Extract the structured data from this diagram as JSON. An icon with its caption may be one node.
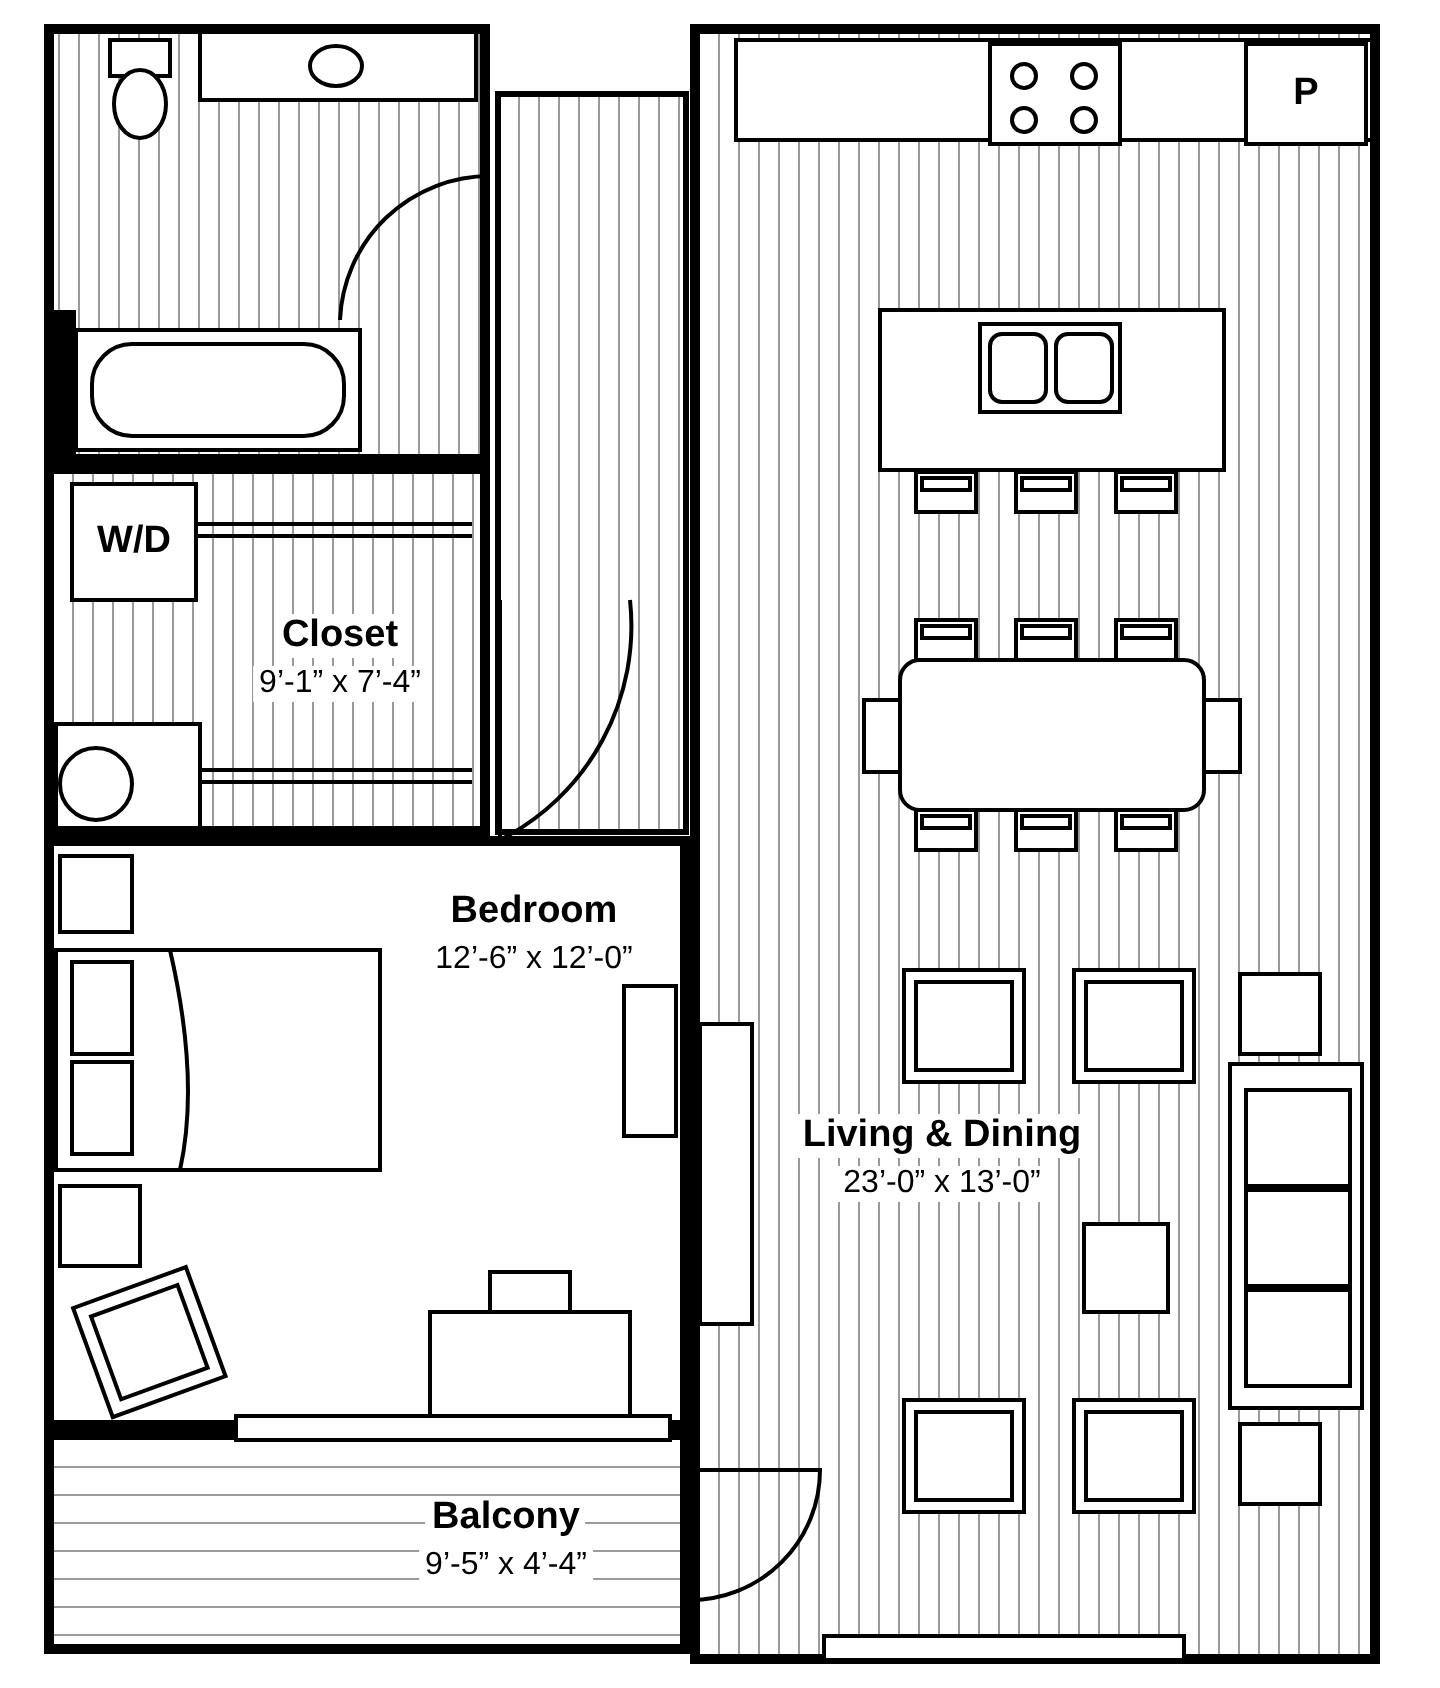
{
  "diagram": {
    "nodes": [
      {
        "text": [
          "Closet",
          "9’-1” x 7’-4”"
        ]
      },
      {
        "text": [
          "W/D"
        ],
        "in": 0
      },
      {
        "text": [
          "Bedroom",
          "12’-6” x 12’-0”"
        ]
      },
      {
        "text": [
          "Living & Dining",
          "23’-0” x 13’-0”"
        ]
      },
      {
        "text": [
          "P"
        ],
        "in": 3
      },
      {
        "text": [
          "Balcony",
          "9’-5” x 4’-4”"
        ]
      }
    ]
  }
}
